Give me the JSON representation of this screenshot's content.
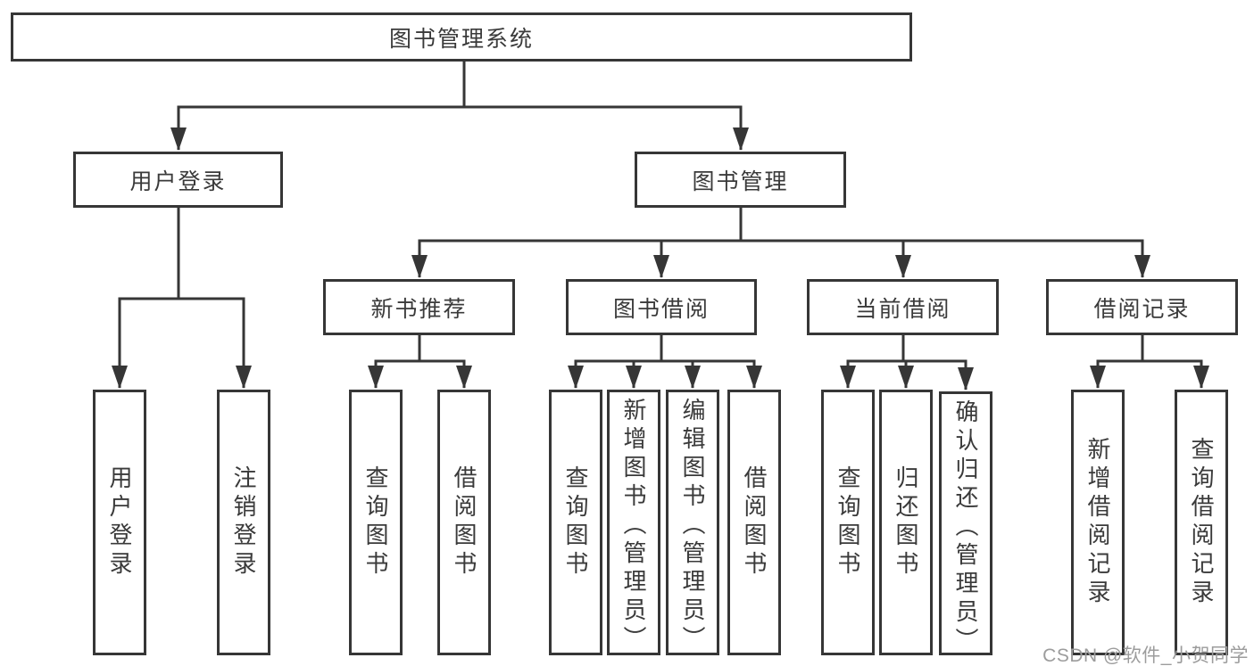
{
  "diagram": {
    "title_node": "图书管理系统",
    "level2": [
      "用户登录",
      "图书管理"
    ],
    "level3": [
      "新书推荐",
      "图书借阅",
      "当前借阅",
      "借阅记录"
    ],
    "leaves": [
      "用户登录",
      "注销登录",
      "查询图书",
      "借阅图书",
      "查询图书",
      "新增图书（管理员）",
      "编辑图书（管理员）",
      "借阅图书",
      "查询图书",
      "归还图书",
      "确认归还（管理员）",
      "新增借阅记录",
      "查询借阅记录"
    ]
  },
  "watermark": "CSDN @软件_小贺同学",
  "colors": {
    "line": "#363636",
    "box_border": "#363636",
    "text": "#3a3a3a",
    "watermark": "#9c9c9c",
    "background": "#ffffff"
  }
}
